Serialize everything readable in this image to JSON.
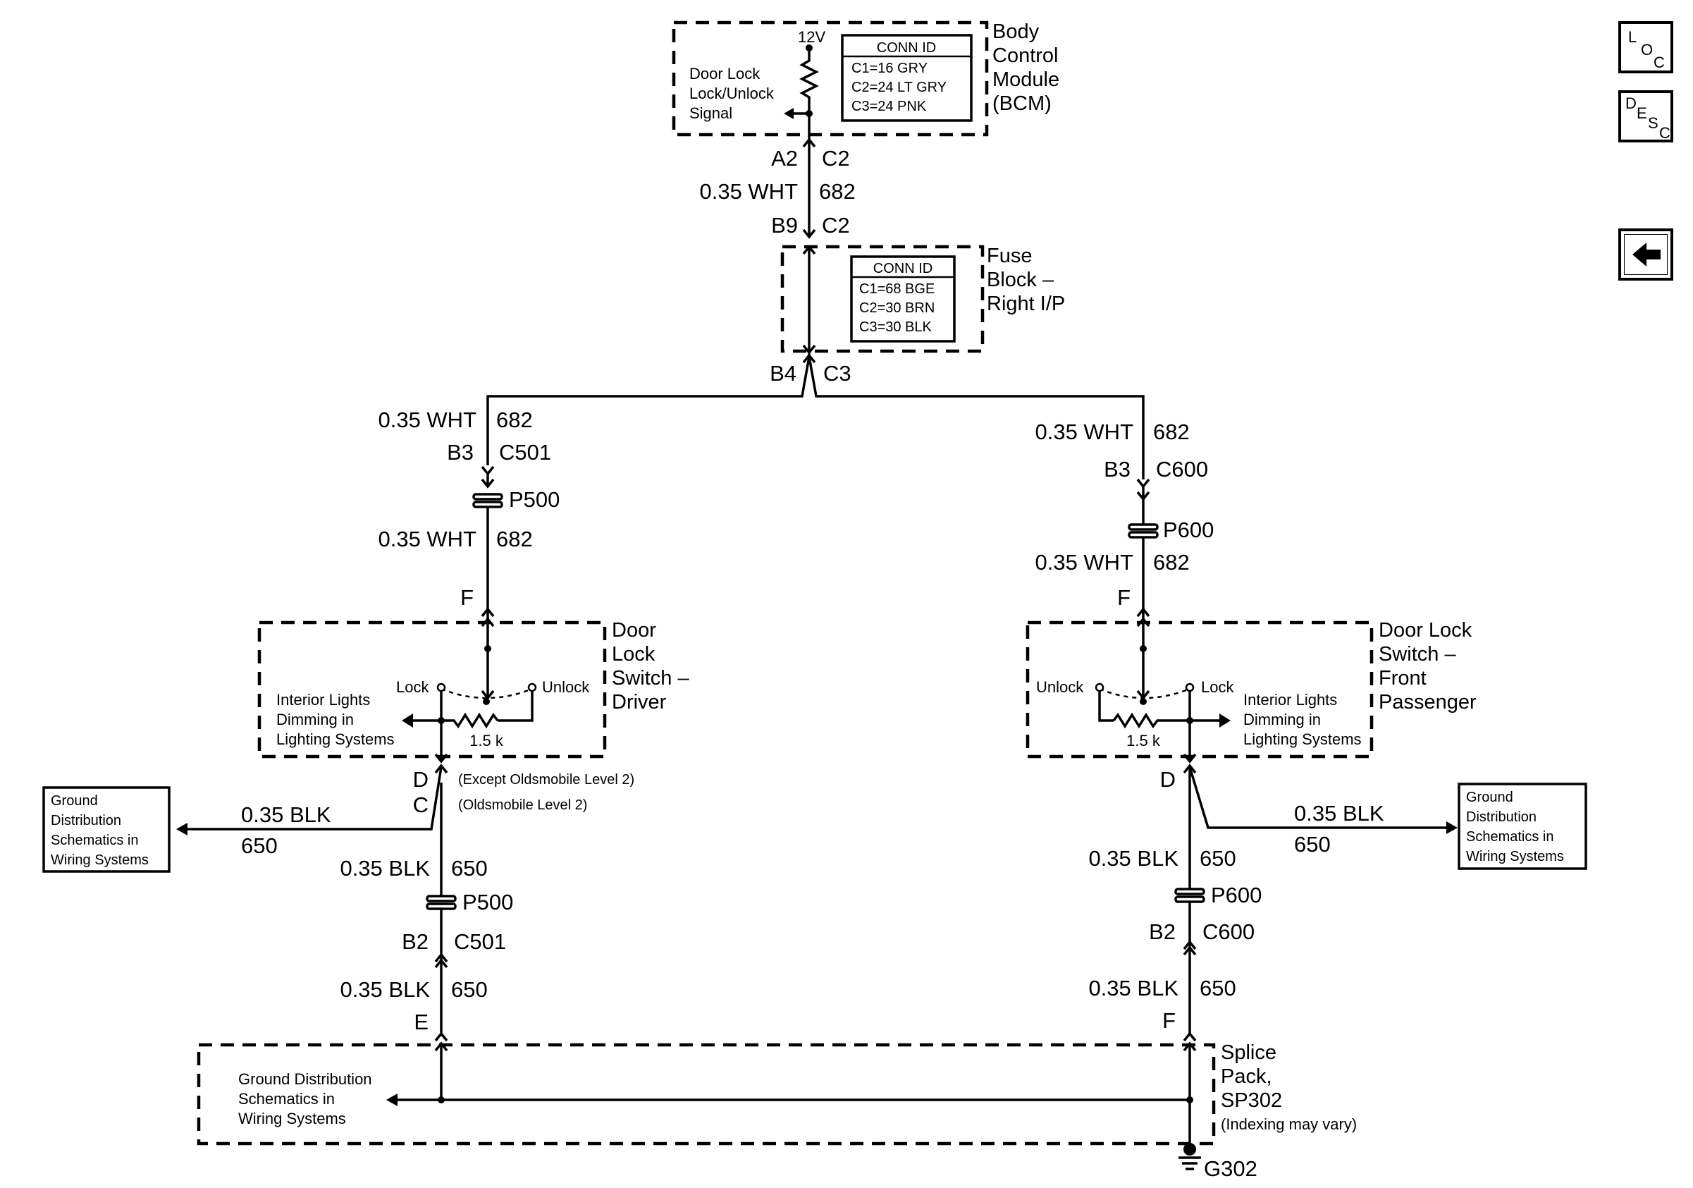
{
  "nav": {
    "loc": [
      "L",
      "O",
      "C"
    ],
    "desc": [
      "D",
      "E",
      "S",
      "C"
    ],
    "back_icon": "left-arrow-icon"
  },
  "bcm": {
    "title": [
      "Body",
      "Control",
      "Module",
      "(BCM)"
    ],
    "voltage": "12V",
    "signal": [
      "Door Lock",
      "Lock/Unlock",
      "Signal"
    ],
    "conn_id": [
      "CONN ID",
      "C1=16 GRY",
      "C2=24 LT GRY",
      "C3=24 PNK"
    ]
  },
  "fuse_block": {
    "title": [
      "Fuse",
      "Block –",
      "Right I/P"
    ],
    "conn_id": [
      "CONN ID",
      "C1=68 BGE",
      "C2=30 BRN",
      "C3=30 BLK"
    ]
  },
  "main_wire": {
    "top_pin": "A2",
    "top_conn": "C2",
    "size": "0.35 WHT",
    "circuit": "682",
    "bottom_pin": "B9",
    "bottom_conn": "C2",
    "split_pin": "B4",
    "split_conn": "C3"
  },
  "left": {
    "wire1_size": "0.35 WHT",
    "wire1_circuit": "682",
    "pin1": "B3",
    "conn1": "C501",
    "splice1": "P500",
    "wire2_size": "0.35 WHT",
    "wire2_circuit": "682",
    "switch_pin": "F",
    "switch_title": [
      "Door",
      "Lock",
      "Switch –",
      "Driver"
    ],
    "lock": "Lock",
    "unlock": "Unlock",
    "interior": [
      "Interior Lights",
      "Dimming in",
      "Lighting Systems"
    ],
    "resistor": "1.5 k",
    "pin_d": "D",
    "pin_c": "C",
    "note_d": "(Except Oldsmobile Level 2)",
    "note_c": "(Oldsmobile Level 2)",
    "ground_box": [
      "Ground",
      "Distribution",
      "Schematics in",
      "Wiring Systems"
    ],
    "gnd_size": "0.35 BLK",
    "gnd_circuit": "650",
    "wire3_size": "0.35 BLK",
    "wire3_circuit": "650",
    "splice2": "P500",
    "pin2": "B2",
    "conn2": "C501",
    "wire4_size": "0.35 BLK",
    "wire4_circuit": "650",
    "splice_pin": "E"
  },
  "right": {
    "wire1_size": "0.35 WHT",
    "wire1_circuit": "682",
    "pin1": "B3",
    "conn1": "C600",
    "splice1": "P600",
    "wire2_size": "0.35 WHT",
    "wire2_circuit": "682",
    "switch_pin": "F",
    "switch_title": [
      "Door Lock",
      "Switch –",
      "Front",
      "Passenger"
    ],
    "lock": "Lock",
    "unlock": "Unlock",
    "interior": [
      "Interior Lights",
      "Dimming in",
      "Lighting Systems"
    ],
    "resistor": "1.5 k",
    "pin_d": "D",
    "ground_box": [
      "Ground",
      "Distribution",
      "Schematics in",
      "Wiring Systems"
    ],
    "gnd_size": "0.35 BLK",
    "gnd_circuit": "650",
    "wire3_size": "0.35 BLK",
    "wire3_circuit": "650",
    "splice2": "P600",
    "pin2": "B2",
    "conn2": "C600",
    "wire4_size": "0.35 BLK",
    "wire4_circuit": "650",
    "splice_pin": "F"
  },
  "splice_pack": {
    "title": [
      "Splice",
      "Pack,",
      "SP302"
    ],
    "note": "(Indexing may vary)",
    "ground_ref": [
      "Ground Distribution",
      "Schematics in",
      "Wiring Systems"
    ],
    "ground": "G302"
  }
}
